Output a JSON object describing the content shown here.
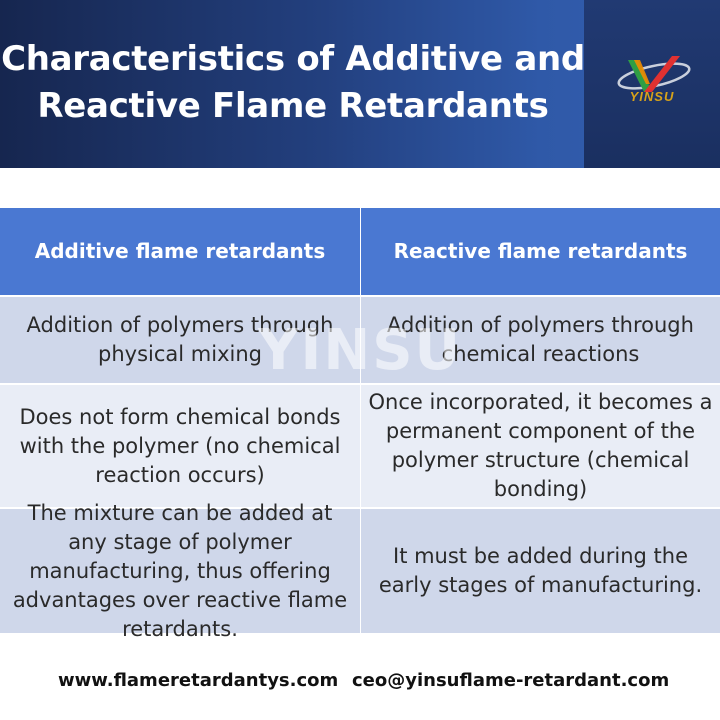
{
  "header": {
    "title_line1": "Characteristics of Additive and",
    "title_line2": "Reactive Flame Retardants",
    "brand": "YINSU",
    "brand_color": "#d6a21a",
    "logo_icon": "yinsu-v-logo-icon"
  },
  "watermark": "YINSU",
  "table": {
    "columns": [
      "Additive flame retardants",
      "Reactive flame retardants"
    ],
    "rows": [
      [
        "Addition of polymers through physical mixing",
        "Addition of polymers through chemical reactions"
      ],
      [
        "Does not form chemical bonds with the polymer (no chemical reaction occurs)",
        "Once incorporated, it becomes a permanent component of the polymer structure (chemical bonding)"
      ],
      [
        "The mixture can be added at any stage of polymer manufacturing, thus offering advantages over reactive flame retardants.",
        "It must be added during the early stages of manufacturing."
      ]
    ]
  },
  "footer": {
    "website": "www.flameretardantys.com",
    "email": "ceo@yinsuflame-retardant.com"
  },
  "colors": {
    "header_gradient_start": "#16264f",
    "header_gradient_end": "#3560b0",
    "table_header": "#4a78d2",
    "row_shade_dark": "#cfd7ea",
    "row_shade_light": "#e9edf6"
  }
}
